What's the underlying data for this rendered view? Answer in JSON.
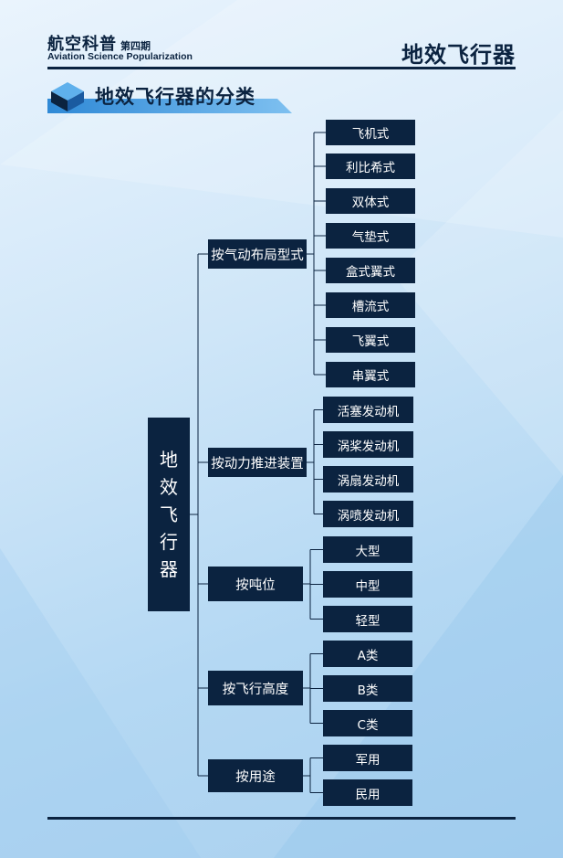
{
  "header": {
    "magazine_cn": "航空科普",
    "issue": "第四期",
    "magazine_en": "Aviation Science Popularization",
    "topic": "地效飞行器"
  },
  "section": {
    "title": "地效飞行器的分类"
  },
  "colors": {
    "box": "#0b2340",
    "accent": "#2f89d6"
  },
  "tree": {
    "root": [
      "地",
      "效",
      "飞",
      "行",
      "器"
    ],
    "categories": [
      {
        "label": "按气动布局型式",
        "items": [
          "飞机式",
          "利比希式",
          "双体式",
          "气垫式",
          "盒式翼式",
          "槽流式",
          "飞翼式",
          "串翼式"
        ]
      },
      {
        "label": "按动力推进装置",
        "items": [
          "活塞发动机",
          "涡桨发动机",
          "涡扇发动机",
          "涡喷发动机"
        ]
      },
      {
        "label": "按吨位",
        "items": [
          "大型",
          "中型",
          "轻型"
        ]
      },
      {
        "label": "按飞行高度",
        "items": [
          "A类",
          "B类",
          "C类"
        ]
      },
      {
        "label": "按用途",
        "items": [
          "军用",
          "民用"
        ]
      }
    ]
  }
}
